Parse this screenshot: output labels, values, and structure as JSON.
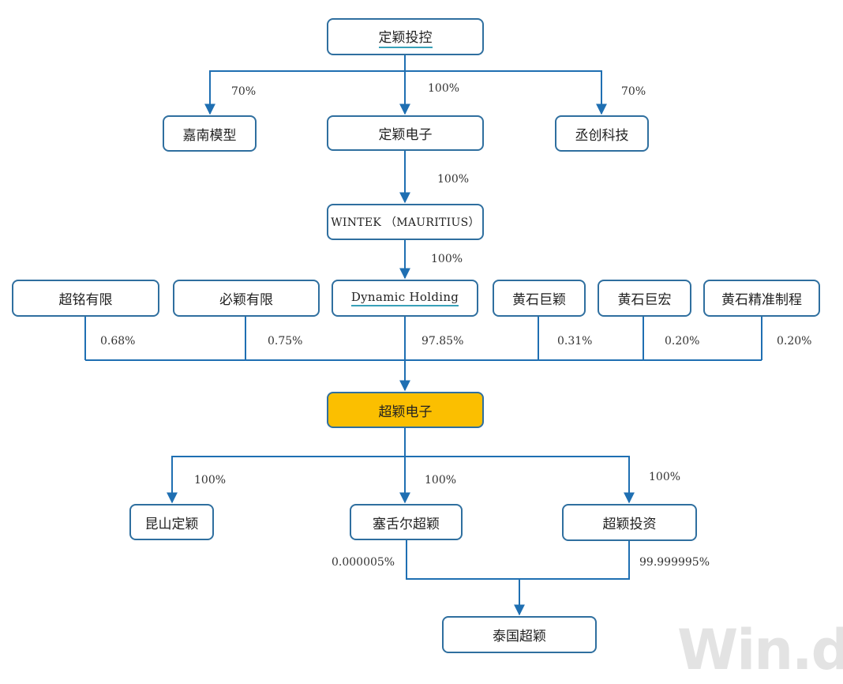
{
  "colors": {
    "line": "#1f6fb2",
    "box_border": "#2f6f9f",
    "highlight_fill": "#fbbf00",
    "underline": "#38a0b8"
  },
  "nodes": {
    "dingying_holdings": "定颖投控",
    "jianan_model": "嘉南模型",
    "dingying_electronics": "定颖电子",
    "chengchuang_tech": "丞创科技",
    "wintek_mauritius": "WINTEK （MAURITIUS）",
    "chaoming": "超铭有限",
    "biying": "必颖有限",
    "dynamic_holding": "Dynamic Holding",
    "huangshi_juying": "黄石巨颖",
    "huangshi_juhong": "黄石巨宏",
    "huangshi_jingzhun": "黄石精准制程",
    "chaoying_electronics": "超颖电子",
    "kunshan_dingying": "昆山定颖",
    "saishe_chaoying": "塞舌尔超颖",
    "chaoying_investment": "超颖投资",
    "thailand_chaoying": "泰国超颖"
  },
  "percentages": {
    "holdings_to_jianan": "70%",
    "holdings_to_dingying": "100%",
    "holdings_to_chengchuang": "70%",
    "dingying_to_wintek": "100%",
    "wintek_to_dynamic": "100%",
    "chaoming_share": "0.68%",
    "biying_share": "0.75%",
    "dynamic_share": "97.85%",
    "juying_share": "0.31%",
    "juhong_share": "0.20%",
    "jingzhun_share": "0.20%",
    "to_kunshan": "100%",
    "to_saishe": "100%",
    "to_investment": "100%",
    "saishe_to_thailand": "0.000005%",
    "investment_to_thailand": "99.999995%"
  },
  "watermark": "Win.d"
}
